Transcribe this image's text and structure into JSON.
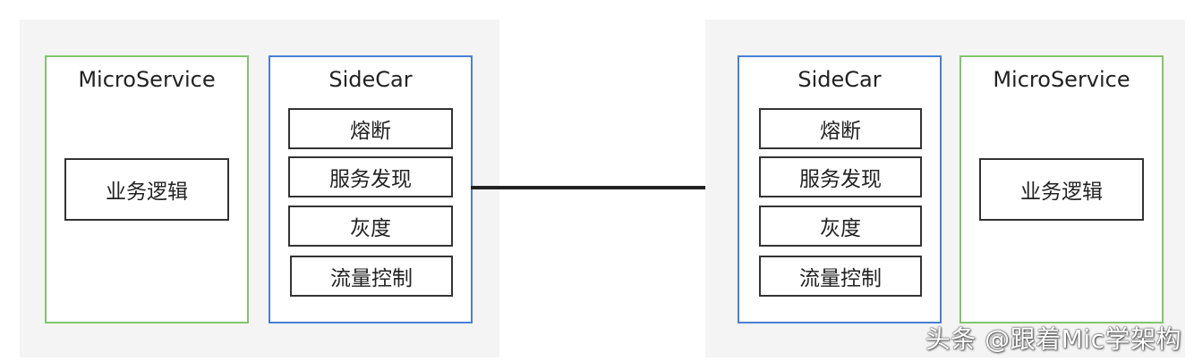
{
  "left": {
    "microservice": {
      "title": "MicroService",
      "logic": "业务逻辑"
    },
    "sidecar": {
      "title": "SideCar",
      "items": [
        "熔断",
        "服务发现",
        "灰度",
        "流量控制"
      ]
    }
  },
  "right": {
    "sidecar": {
      "title": "SideCar",
      "items": [
        "熔断",
        "服务发现",
        "灰度",
        "流量控制"
      ]
    },
    "microservice": {
      "title": "MicroService",
      "logic": "业务逻辑"
    }
  },
  "watermark": "头条 @跟着Mic学架构",
  "colors": {
    "panel": "#f4f4f4",
    "microservice_border": "#82c46c",
    "sidecar_border": "#4a7fd4",
    "item_border": "#333333",
    "connector": "#222222"
  }
}
